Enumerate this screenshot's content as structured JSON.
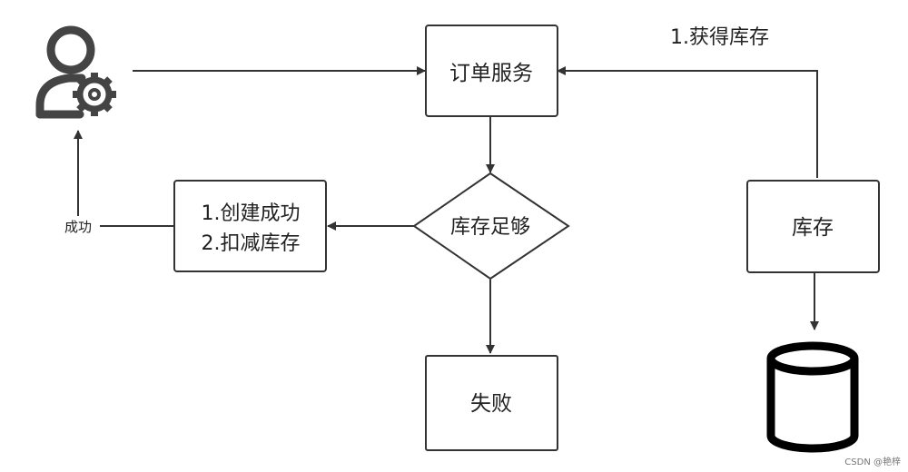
{
  "nodes": {
    "order_service": "订单服务",
    "stock_enough": "库存足够",
    "success_box": [
      "1.创建成功",
      "2.扣减库存"
    ],
    "fail": "失败",
    "inventory": "库存"
  },
  "edge_labels": {
    "get_stock": "1.获得库存",
    "success": "成功"
  },
  "watermark": "CSDN @艳梓",
  "icons": {
    "user": "user-gear-icon",
    "database": "database-icon"
  }
}
